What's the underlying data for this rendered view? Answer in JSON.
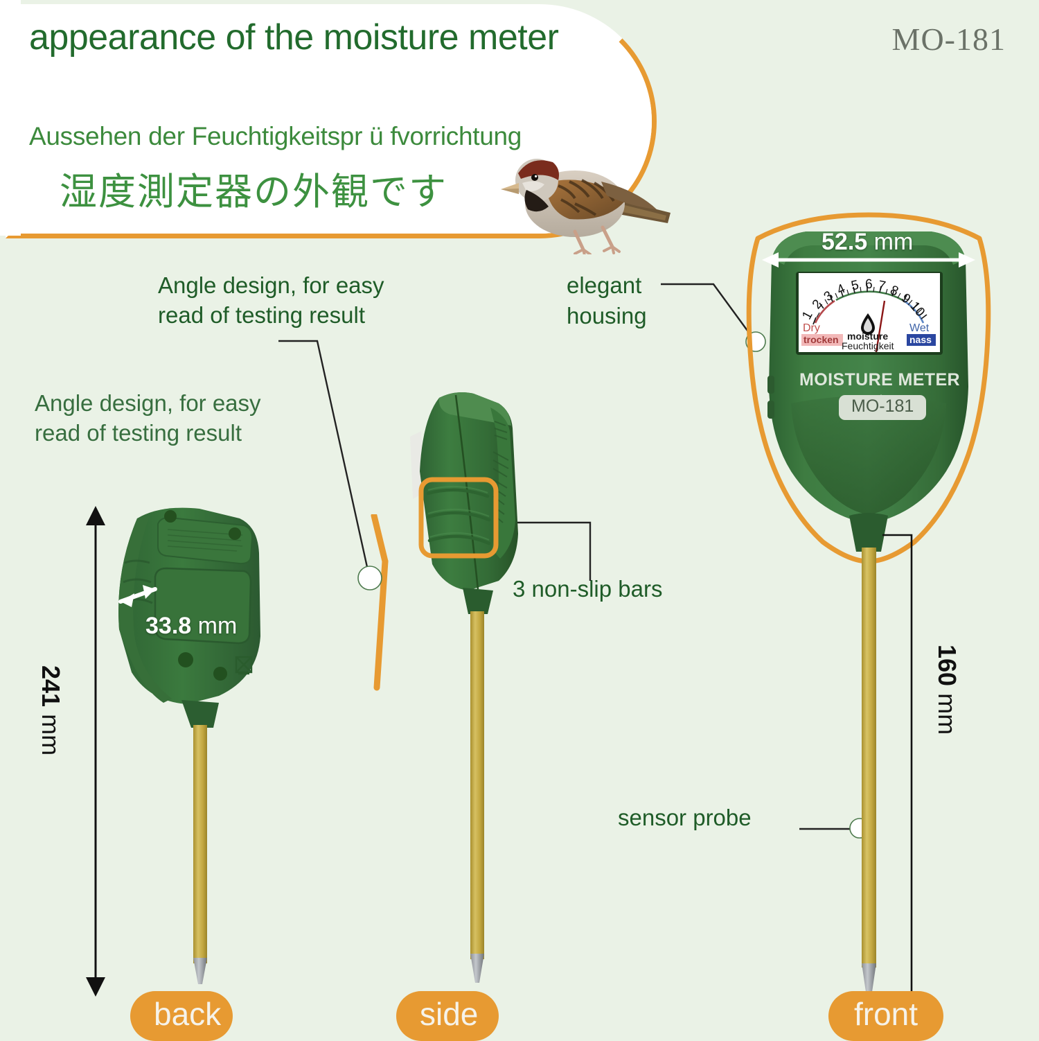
{
  "header": {
    "title_en": "appearance\nof the moisture meter",
    "title_de": "Aussehen der Feuchtigkeitspr ü fvorrichtung",
    "title_jp": "湿度測定器の外観です",
    "model": "MO-181"
  },
  "annotations": {
    "angle_design": "Angle design, for easy\nread of testing result",
    "angle_design_ghost": "Angle design, for easy\nread of testing result",
    "elegant_housing": "elegant\nhousing",
    "non_slip_bars": "3  non-slip bars",
    "sensor_probe": "sensor probe"
  },
  "dimensions": {
    "width_front": "52.5",
    "width_front_unit": "mm",
    "depth_back": "33.8",
    "depth_back_unit": "mm",
    "total_height": "241",
    "total_height_unit": "mm",
    "probe_length": "160",
    "probe_length_unit": "mm"
  },
  "device": {
    "brand_label": "MOISTURE METER",
    "model_badge": "MO-181",
    "gauge": {
      "ticks": [
        "1",
        "2",
        "3",
        "4",
        "5",
        "6",
        "7",
        "8",
        "9",
        "10"
      ],
      "dry_en": "Dry",
      "dry_de": "trocken",
      "wet_en": "Wet",
      "wet_de": "nass",
      "center_en": "moisture",
      "center_de": "Feuchtigkeit",
      "needle_value": 7.5
    }
  },
  "views": [
    {
      "label": "back"
    },
    {
      "label": "side"
    },
    {
      "label": "front"
    }
  ],
  "colors": {
    "background": "#eaf2e6",
    "orange": "#e79a32",
    "green_dark": "#226b2d",
    "green_note": "#1f5c28",
    "housing_green": "#3d6b3c",
    "probe_gold": "#c9ae49",
    "dry_red": "#b5494c",
    "wet_blue": "#3e63a8"
  }
}
